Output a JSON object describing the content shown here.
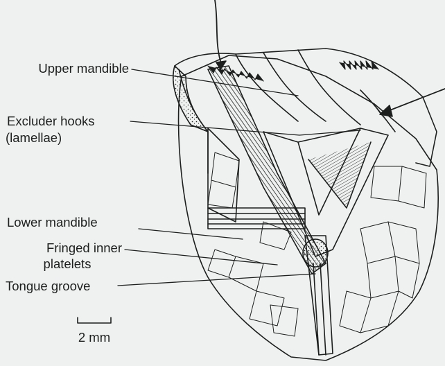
{
  "labels": {
    "upper_mandible": "Upper mandible",
    "excluder_hooks_line1": "Excluder hooks",
    "excluder_hooks_line2": "(lamellae)",
    "lower_mandible": "Lower mandible",
    "fringed_line1": "Fringed inner",
    "fringed_line2": "platelets",
    "tongue_groove": "Tongue groove"
  },
  "scale_bar": {
    "label": "2 mm"
  },
  "colors": {
    "background": "#eef1ef",
    "ink": "#1d1f1e"
  }
}
